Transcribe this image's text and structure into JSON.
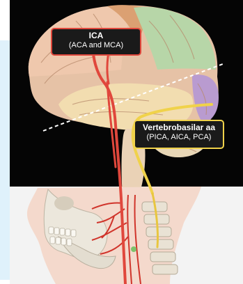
{
  "labels": {
    "ica": {
      "title": "ICA",
      "subtitle": "(ACA and MCA)"
    },
    "vertebrobasilar": {
      "title": "Vertebrobasilar aa",
      "subtitle": "(PICA, AICA, PCA)"
    }
  },
  "colors": {
    "ica_artery": "#e0473c",
    "vertebrobasilar_artery": "#f0d24a",
    "label_background": "#1a1a1a",
    "side_panel": "#dff1fb"
  }
}
